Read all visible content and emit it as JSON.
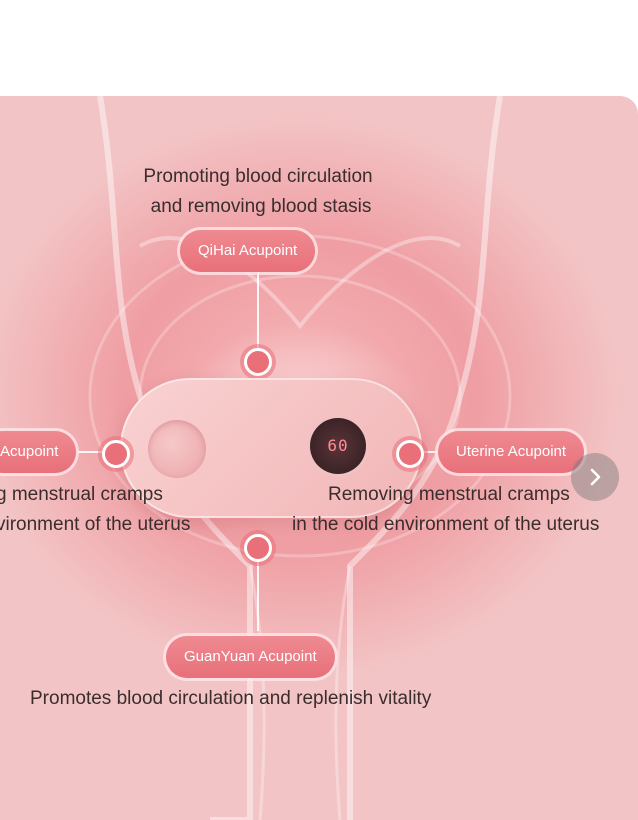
{
  "top_caption": {
    "line1": "Promoting blood circulation",
    "line2": "and removing blood stasis"
  },
  "labels": {
    "qihai": "QiHai Acupoint",
    "left_acupoint": "Acupoint",
    "uterine": "Uterine Acupoint",
    "guanyuan": "GuanYuan Acupoint"
  },
  "left_caption": {
    "line1": "g menstrual cramps",
    "line2": "vironment of the uterus"
  },
  "right_caption": {
    "line1": "Removing menstrual cramps",
    "line2": "in the cold environment of the uterus"
  },
  "bottom_caption": "Promotes blood circulation and replenish vitality",
  "device": {
    "display": "60"
  },
  "icons": {
    "next": "chevron-right-icon"
  },
  "colors": {
    "accent": "#e96f78",
    "background": "#f6b7b9",
    "text": "#3b2d2d"
  }
}
